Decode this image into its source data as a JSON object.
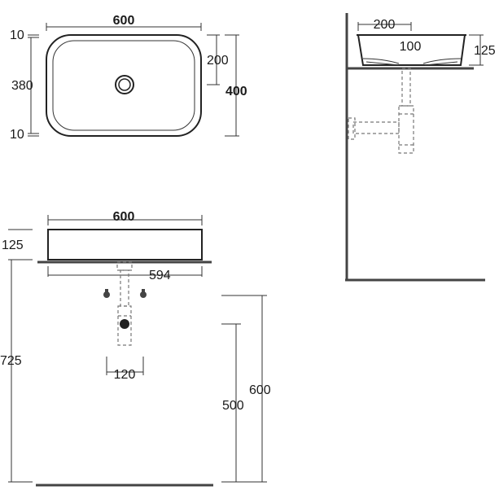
{
  "top_view": {
    "width": "600",
    "depth": "400",
    "inner_depth": "380",
    "rim_top": "10",
    "rim_bottom": "10",
    "drain_offset": "200"
  },
  "side_view": {
    "top_radius": "200",
    "drain_radius": "100",
    "height": "125"
  },
  "front_view": {
    "width": "600",
    "height": "125",
    "counter_width": "594",
    "trap_width": "120",
    "counter_height": "725",
    "tap_height": "600",
    "waste_height": "500"
  }
}
